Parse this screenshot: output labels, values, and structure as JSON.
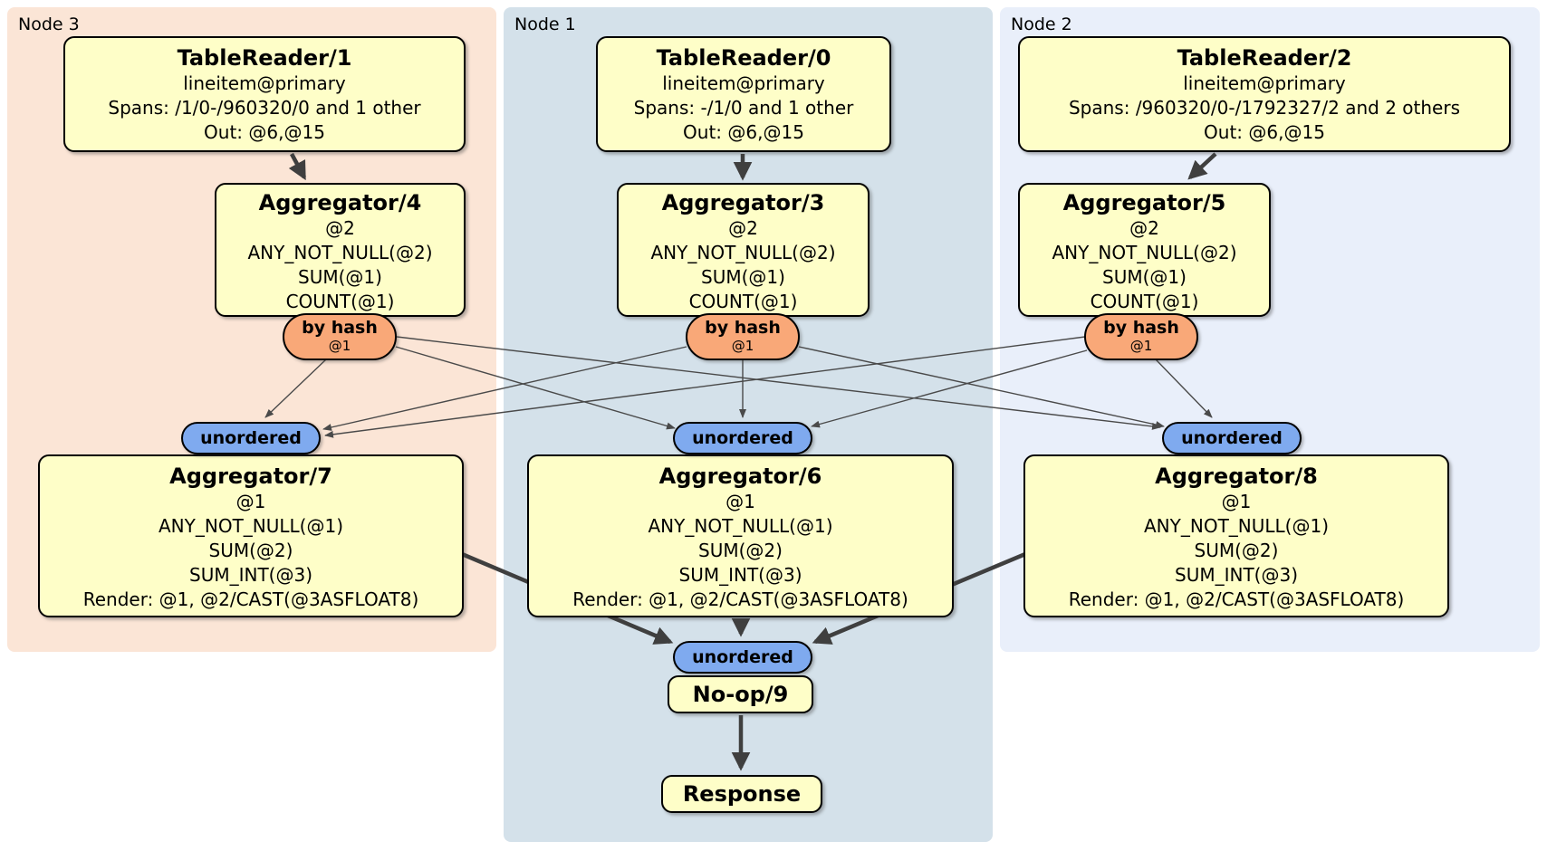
{
  "regions": {
    "node3": {
      "label": "Node 3"
    },
    "node1": {
      "label": "Node 1"
    },
    "node2": {
      "label": "Node 2"
    }
  },
  "node3": {
    "tablereader": {
      "title": "TableReader/1",
      "lines": [
        "lineitem@primary",
        "Spans: /1/0-/960320/0 and 1 other",
        "Out: @6,@15"
      ]
    },
    "aggregator_top": {
      "title": "Aggregator/4",
      "lines": [
        "@2",
        "ANY_NOT_NULL(@2)",
        "SUM(@1)",
        "COUNT(@1)"
      ]
    },
    "hash_router": {
      "label": "by hash",
      "key": "@1"
    },
    "stream": {
      "label": "unordered"
    },
    "aggregator_final": {
      "title": "Aggregator/7",
      "lines": [
        "@1",
        "ANY_NOT_NULL(@1)",
        "SUM(@2)",
        "SUM_INT(@3)",
        "Render: @1, @2/CAST(@3ASFLOAT8)"
      ]
    }
  },
  "node1": {
    "tablereader": {
      "title": "TableReader/0",
      "lines": [
        "lineitem@primary",
        "Spans: -/1/0 and 1 other",
        "Out: @6,@15"
      ]
    },
    "aggregator_top": {
      "title": "Aggregator/3",
      "lines": [
        "@2",
        "ANY_NOT_NULL(@2)",
        "SUM(@1)",
        "COUNT(@1)"
      ]
    },
    "hash_router": {
      "label": "by hash",
      "key": "@1"
    },
    "stream": {
      "label": "unordered"
    },
    "aggregator_final": {
      "title": "Aggregator/6",
      "lines": [
        "@1",
        "ANY_NOT_NULL(@1)",
        "SUM(@2)",
        "SUM_INT(@3)",
        "Render: @1, @2/CAST(@3ASFLOAT8)"
      ]
    },
    "final_stream": {
      "label": "unordered"
    },
    "noop": {
      "title": "No-op/9"
    },
    "response": {
      "title": "Response"
    }
  },
  "node2": {
    "tablereader": {
      "title": "TableReader/2",
      "lines": [
        "lineitem@primary",
        "Spans: /960320/0-/1792327/2 and 2 others",
        "Out: @6,@15"
      ]
    },
    "aggregator_top": {
      "title": "Aggregator/5",
      "lines": [
        "@2",
        "ANY_NOT_NULL(@2)",
        "SUM(@1)",
        "COUNT(@1)"
      ]
    },
    "hash_router": {
      "label": "by hash",
      "key": "@1"
    },
    "stream": {
      "label": "unordered"
    },
    "aggregator_final": {
      "title": "Aggregator/8",
      "lines": [
        "@1",
        "ANY_NOT_NULL(@1)",
        "SUM(@2)",
        "SUM_INT(@3)",
        "Render: @1, @2/CAST(@3ASFLOAT8)"
      ]
    }
  },
  "colors": {
    "node3_bg": "#FBE5D6",
    "node1_bg": "#D4E1EA",
    "node2_bg": "#E9EFFA",
    "processor_box_fill": "#FEFEC8",
    "hash_router_fill": "#F9A878",
    "stream_fill": "#7FAAEF",
    "edge_thick": "#3F3F3F",
    "edge_thin": "#4A4A4A"
  }
}
